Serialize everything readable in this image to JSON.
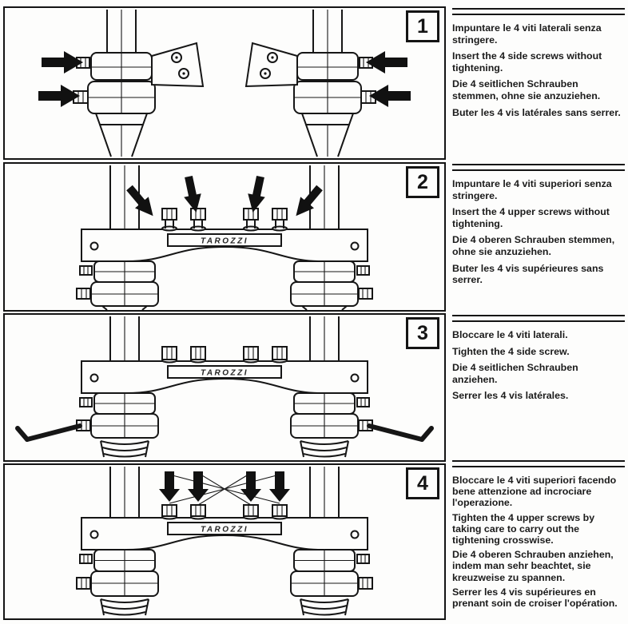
{
  "brand_label": "TAROZZI",
  "steps": [
    {
      "number": "1",
      "lines": [
        "Impuntare le 4 viti laterali senza stringere.",
        "Insert the 4 side screws without tightening.",
        "Die 4 seitlichen Schrauben stemmen, ohne sie anzuziehen.",
        "Buter les 4 vis latérales sans serrer."
      ]
    },
    {
      "number": "2",
      "lines": [
        "Impuntare le 4 viti superiori senza stringere.",
        "Insert the 4 upper screws without tightening.",
        "Die 4 oberen Schrauben stemmen, ohne sie anzuziehen.",
        "Buter les 4 vis supérieures sans serrer."
      ]
    },
    {
      "number": "3",
      "lines": [
        "Bloccare le 4 viti laterali.",
        "Tighten the 4 side screw.",
        "Die 4 seitlichen Schrauben anziehen.",
        "Serrer les 4 vis latérales."
      ]
    },
    {
      "number": "4",
      "lines": [
        "Bloccare le 4 viti superiori facendo bene attenzione ad incrociare l'operazione.",
        "Tighten the 4 upper screws by taking care to carry out the tightening crosswise.",
        "Die 4 oberen Schrauben anziehen, indem man sehr beachtet, sie kreuzweise zu spannen.",
        "Serrer les 4 vis supérieures en prenant soin de croiser l'opération."
      ]
    }
  ]
}
